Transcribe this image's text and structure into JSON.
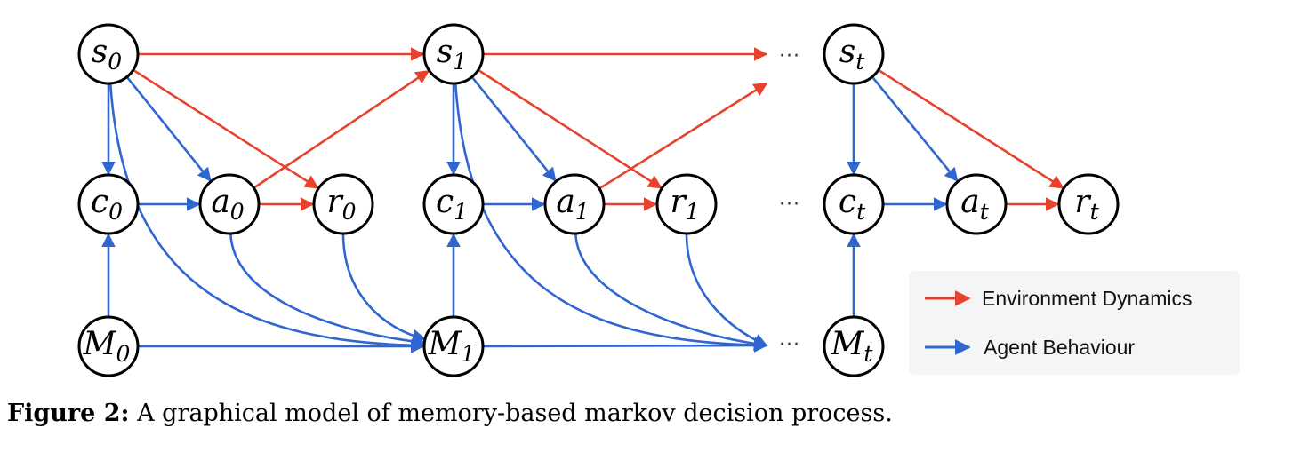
{
  "nodes": [
    {
      "id": "s0",
      "var": "s",
      "sub": "0"
    },
    {
      "id": "s1",
      "var": "s",
      "sub": "1"
    },
    {
      "id": "st",
      "var": "s",
      "sub": "t"
    },
    {
      "id": "c0",
      "var": "c",
      "sub": "0"
    },
    {
      "id": "a0",
      "var": "a",
      "sub": "0"
    },
    {
      "id": "r0",
      "var": "r",
      "sub": "0"
    },
    {
      "id": "c1",
      "var": "c",
      "sub": "1"
    },
    {
      "id": "a1",
      "var": "a",
      "sub": "1"
    },
    {
      "id": "r1",
      "var": "r",
      "sub": "1"
    },
    {
      "id": "ct",
      "var": "c",
      "sub": "t"
    },
    {
      "id": "at",
      "var": "a",
      "sub": "t"
    },
    {
      "id": "rt",
      "var": "r",
      "sub": "t"
    },
    {
      "id": "M0",
      "var": "M",
      "sub": "0"
    },
    {
      "id": "M1",
      "var": "M",
      "sub": "1"
    },
    {
      "id": "Mt",
      "var": "M",
      "sub": "t"
    }
  ],
  "ellipsis": "···",
  "colors": {
    "environment": "#e8412c",
    "agent": "#2f66d0"
  },
  "edges": {
    "environment": [
      [
        "s0",
        "s1"
      ],
      [
        "s1",
        "ellipsis-top"
      ],
      [
        "s0",
        "r0"
      ],
      [
        "a0",
        "s1"
      ],
      [
        "a0",
        "r0"
      ],
      [
        "s1",
        "r1"
      ],
      [
        "a1",
        "ellipsis-mid"
      ],
      [
        "a1",
        "r1"
      ],
      [
        "st",
        "rt"
      ],
      [
        "at",
        "rt"
      ]
    ],
    "agent": [
      [
        "s0",
        "c0"
      ],
      [
        "s0",
        "a0"
      ],
      [
        "c0",
        "a0"
      ],
      [
        "M0",
        "c0"
      ],
      [
        "M0",
        "M1"
      ],
      [
        "s0",
        "M1"
      ],
      [
        "a0",
        "M1"
      ],
      [
        "r0",
        "M1"
      ],
      [
        "s1",
        "c1"
      ],
      [
        "s1",
        "a1"
      ],
      [
        "c1",
        "a1"
      ],
      [
        "M1",
        "c1"
      ],
      [
        "M1",
        "ellipsis-bottom"
      ],
      [
        "s1",
        "ellipsis-bottom"
      ],
      [
        "a1",
        "ellipsis-bottom"
      ],
      [
        "r1",
        "ellipsis-bottom"
      ],
      [
        "st",
        "ct"
      ],
      [
        "st",
        "at"
      ],
      [
        "ct",
        "at"
      ],
      [
        "Mt",
        "ct"
      ]
    ]
  },
  "legend": {
    "environment_label": "Environment Dynamics",
    "agent_label": "Agent Behaviour"
  },
  "caption": {
    "label": "Figure 2:",
    "text": " A graphical model of memory-based markov decision process."
  }
}
